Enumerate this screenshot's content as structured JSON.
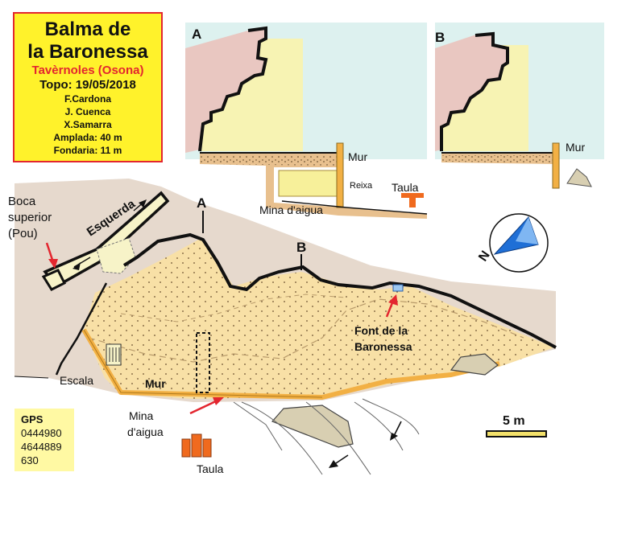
{
  "info": {
    "title_line1": "Balma de",
    "title_line2": "la Baronessa",
    "place": "Tavèrnoles (Osona)",
    "topo": "Topo: 19/05/2018",
    "authors": [
      "F.Cardona",
      "J. Cuenca",
      "X.Samarra"
    ],
    "width": "Amplada: 40 m",
    "depth": "Fondaria: 11 m"
  },
  "gps": {
    "label": "GPS",
    "x": "0444980",
    "y": "4644889",
    "alt": "630"
  },
  "section_a": {
    "letter": "A",
    "mur": "Mur",
    "reixa": "Reixa",
    "taula": "Taula",
    "mina": "Mina d'aigua"
  },
  "section_b": {
    "letter": "B",
    "mur": "Mur"
  },
  "plan": {
    "boca": [
      "Boca",
      "superior",
      "(Pou)"
    ],
    "esquerda": "Esquerda",
    "cut_a": "A",
    "cut_b": "B",
    "font": [
      "Font de la",
      "Baronessa"
    ],
    "escala": "Escala",
    "mur": "Mur",
    "mina": [
      "Mina",
      "d'aigua"
    ],
    "taula": "Taula"
  },
  "compass": {
    "letter": "N"
  },
  "scale": {
    "label": "5 m"
  },
  "colors": {
    "rock": "#e6d9cd",
    "floor": "#f8e0a6",
    "wall": "#f2b044",
    "water_sky": "#ddf1ef",
    "arrow_red": "#e3262f",
    "compass_blue": "#1f6fd6"
  }
}
